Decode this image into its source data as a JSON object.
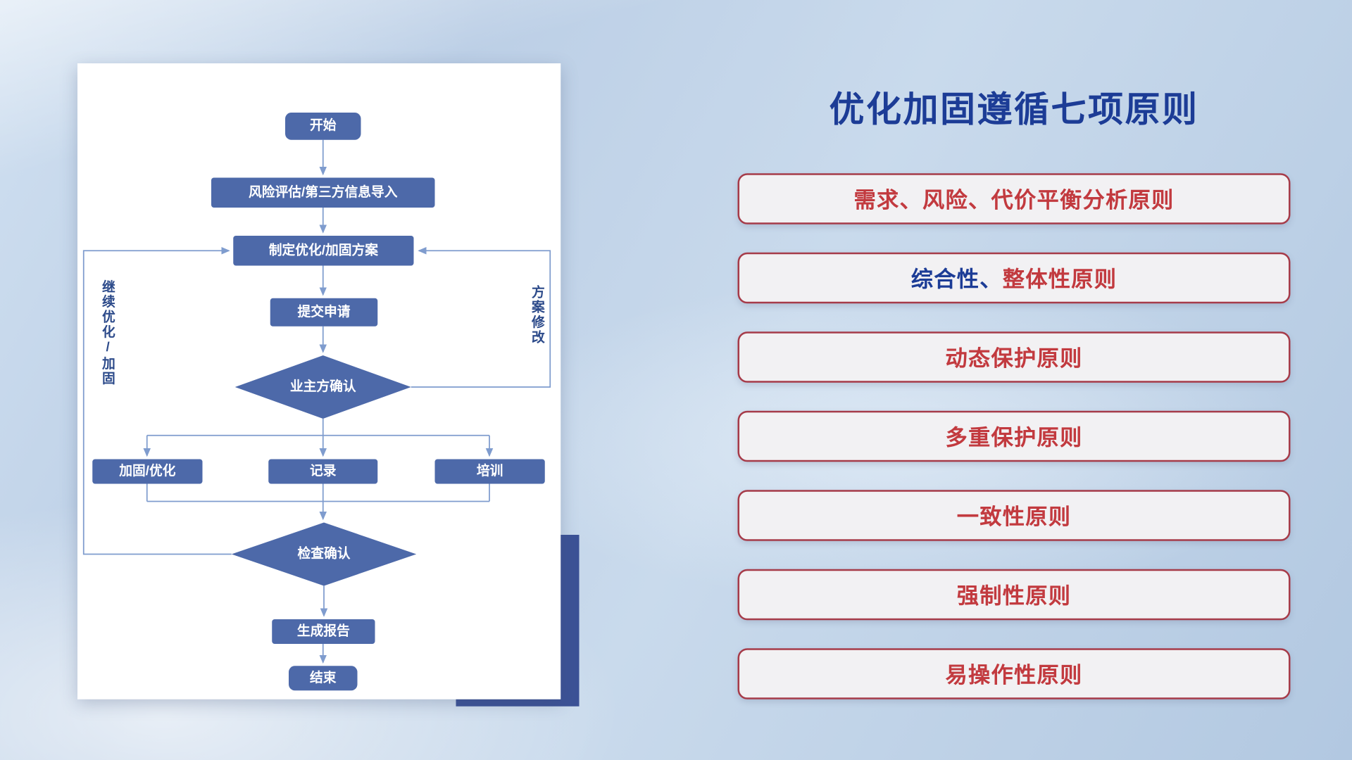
{
  "colors": {
    "card_bg": "#ffffff",
    "deco_block": "#3c5296",
    "node_fill": "#4d69a9",
    "node_text": "#ffffff",
    "connector": "#7f9cce",
    "loop_label": "#2c4a8a",
    "title": "#1c3c96",
    "principle_red": "#c23a3f",
    "principle_navy": "#1c3c96",
    "principle_border": "#a63b49",
    "principle_bg": "#f2f1f3"
  },
  "flowchart": {
    "nodes": {
      "start": "开始",
      "risk": "风险评估/第三方信息导入",
      "plan": "制定优化/加固方案",
      "submit": "提交申请",
      "owner_confirm": "业主方确认",
      "harden": "加固/优化",
      "record": "记录",
      "training": "培训",
      "check_confirm": "检查确认",
      "report": "生成报告",
      "end": "结束"
    },
    "loop_labels": {
      "left": "继续优化/加固",
      "right": "方案修改"
    },
    "edges": [
      {
        "from": "start",
        "to": "risk"
      },
      {
        "from": "risk",
        "to": "plan"
      },
      {
        "from": "plan",
        "to": "submit"
      },
      {
        "from": "submit",
        "to": "owner_confirm"
      },
      {
        "from": "owner_confirm",
        "to": "harden"
      },
      {
        "from": "owner_confirm",
        "to": "record"
      },
      {
        "from": "owner_confirm",
        "to": "training"
      },
      {
        "from": "harden",
        "to": "check_confirm"
      },
      {
        "from": "record",
        "to": "check_confirm"
      },
      {
        "from": "training",
        "to": "check_confirm"
      },
      {
        "from": "check_confirm",
        "to": "report"
      },
      {
        "from": "report",
        "to": "end"
      },
      {
        "from": "owner_confirm",
        "to": "plan",
        "label": "方案修改"
      },
      {
        "from": "check_confirm",
        "to": "plan",
        "label": "继续优化/加固"
      }
    ]
  },
  "panel": {
    "title": "优化加固遵循七项原则",
    "principles": [
      {
        "segments": [
          {
            "text": "需求、风险、代价平衡分析原则",
            "color": "principle_red"
          }
        ]
      },
      {
        "segments": [
          {
            "text": "综合性、",
            "color": "principle_navy"
          },
          {
            "text": "整体性原则",
            "color": "principle_red"
          }
        ]
      },
      {
        "segments": [
          {
            "text": "动态保护原则",
            "color": "principle_red"
          }
        ]
      },
      {
        "segments": [
          {
            "text": "多重保护原则",
            "color": "principle_red"
          }
        ]
      },
      {
        "segments": [
          {
            "text": "一致性原则",
            "color": "principle_red"
          }
        ]
      },
      {
        "segments": [
          {
            "text": "强制性原则",
            "color": "principle_red"
          }
        ]
      },
      {
        "segments": [
          {
            "text": "易操作性原则",
            "color": "principle_red"
          }
        ]
      }
    ]
  }
}
